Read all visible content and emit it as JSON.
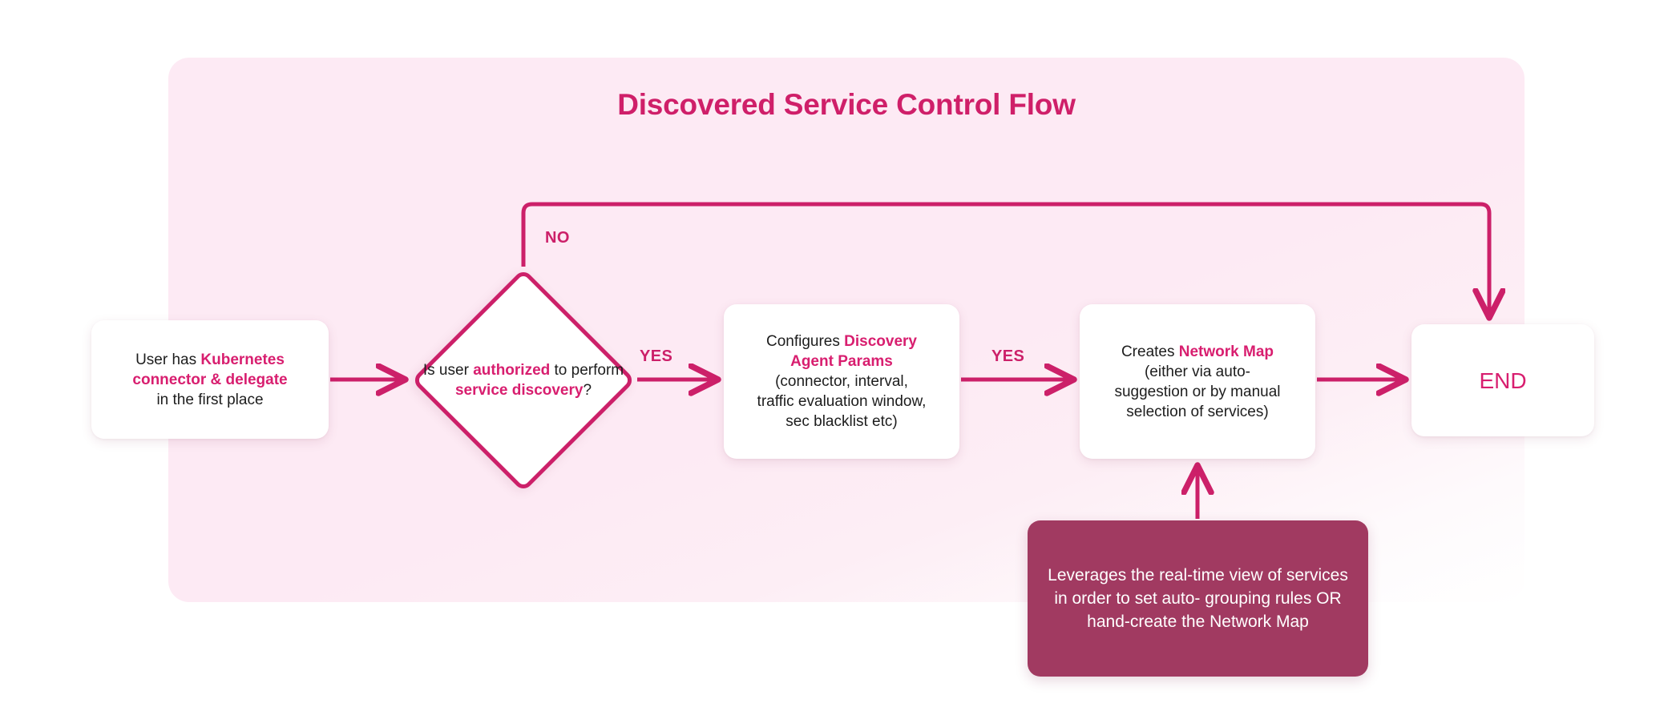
{
  "diagram": {
    "title": "Discovered Service Control Flow",
    "accent_color": "#cc2069",
    "accent_text_color": "#d81e6f",
    "panel_color": "#fdeaf4",
    "note_color": "#a13a61",
    "node_fill": "#ffffff",
    "body_text_color": "#1d1d1d"
  },
  "nodes": {
    "start": {
      "name": "start-box",
      "line1_plain": "User has ",
      "line1_highlight": "Kubernetes",
      "line2_highlight": "connector & delegate",
      "line3_plain": "in the first place"
    },
    "decision": {
      "name": "decision-diamond",
      "line1": "Is user",
      "line2_highlight": "authorized",
      "line3": "to perform",
      "line4_highlight": "service discovery",
      "line4_suffix": "?"
    },
    "params": {
      "name": "discovery-agent-params-box",
      "line1_plain": "Configures ",
      "line1_highlight": "Discovery",
      "line2_highlight": "Agent Params",
      "line3": "(connector, interval,",
      "line4": "traffic evaluation window,",
      "line5": "sec blacklist etc)"
    },
    "map": {
      "name": "network-map-box",
      "line1_plain": "Creates ",
      "line1_highlight": "Network Map",
      "line2": "(either via auto-",
      "line3": "suggestion or by manual",
      "line4": "selection of services)"
    },
    "end": {
      "name": "end-box",
      "label": "END"
    },
    "note": {
      "name": "leverages-note",
      "line1": "Leverages the real-time view of",
      "line2": "services in order to set auto-",
      "line3": "grouping rules OR hand-create",
      "line4": "the Network Map"
    }
  },
  "edges": {
    "no_label": "NO",
    "yes_label_1": "YES",
    "yes_label_2": "YES"
  }
}
